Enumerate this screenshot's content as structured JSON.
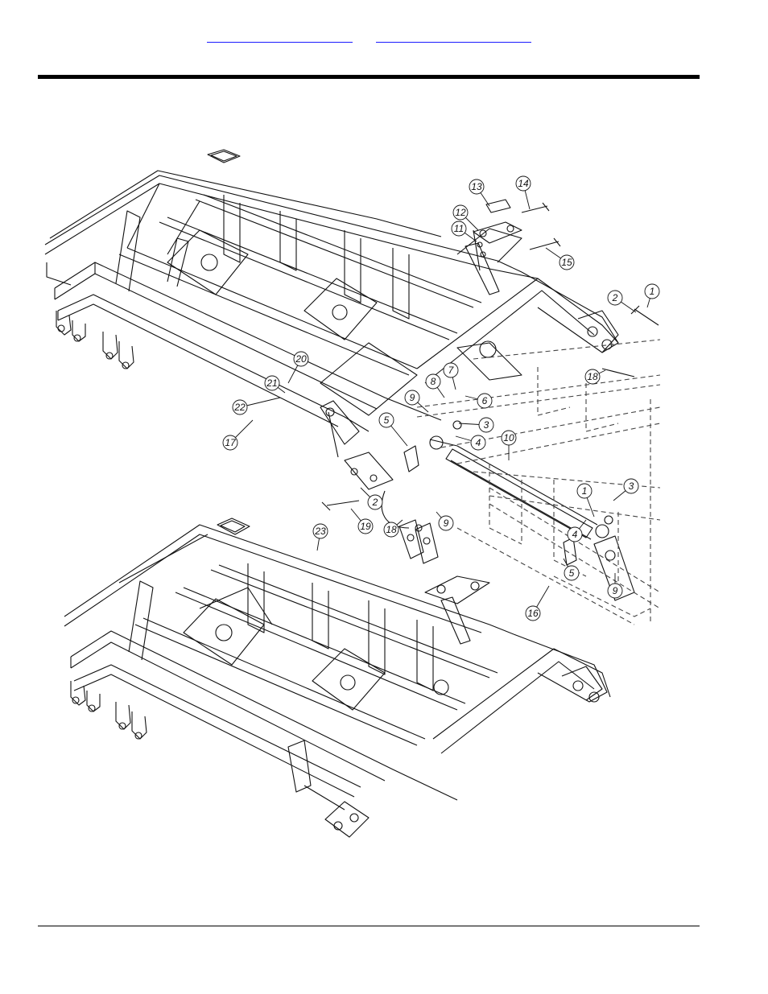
{
  "header": {
    "links": [
      {
        "label": ""
      },
      {
        "label": ""
      }
    ]
  },
  "diagram": {
    "callouts": [
      {
        "id": "c13",
        "label": "13"
      },
      {
        "id": "c14",
        "label": "14"
      },
      {
        "id": "c12",
        "label": "12"
      },
      {
        "id": "c11",
        "label": "11"
      },
      {
        "id": "c15",
        "label": "15"
      },
      {
        "id": "c2a",
        "label": "2"
      },
      {
        "id": "c1a",
        "label": "1"
      },
      {
        "id": "c18a",
        "label": "18"
      },
      {
        "id": "c20",
        "label": "20"
      },
      {
        "id": "c21",
        "label": "21"
      },
      {
        "id": "c22",
        "label": "22"
      },
      {
        "id": "c17",
        "label": "17"
      },
      {
        "id": "c8",
        "label": "8"
      },
      {
        "id": "c7a",
        "label": "7"
      },
      {
        "id": "c6",
        "label": "6"
      },
      {
        "id": "c9a",
        "label": "9"
      },
      {
        "id": "c3a",
        "label": "3"
      },
      {
        "id": "c5a",
        "label": "5"
      },
      {
        "id": "c4a",
        "label": "4"
      },
      {
        "id": "c10",
        "label": "10"
      },
      {
        "id": "c19",
        "label": "19"
      },
      {
        "id": "c2b",
        "label": "2"
      },
      {
        "id": "c1b",
        "label": "1"
      },
      {
        "id": "c18b",
        "label": "18"
      },
      {
        "id": "c9b",
        "label": "9"
      },
      {
        "id": "c4b",
        "label": "4"
      },
      {
        "id": "c3b",
        "label": "3"
      },
      {
        "id": "c5b",
        "label": "5"
      },
      {
        "id": "c9c",
        "label": "9"
      },
      {
        "id": "c16",
        "label": "16"
      },
      {
        "id": "c23",
        "label": "23"
      }
    ]
  }
}
